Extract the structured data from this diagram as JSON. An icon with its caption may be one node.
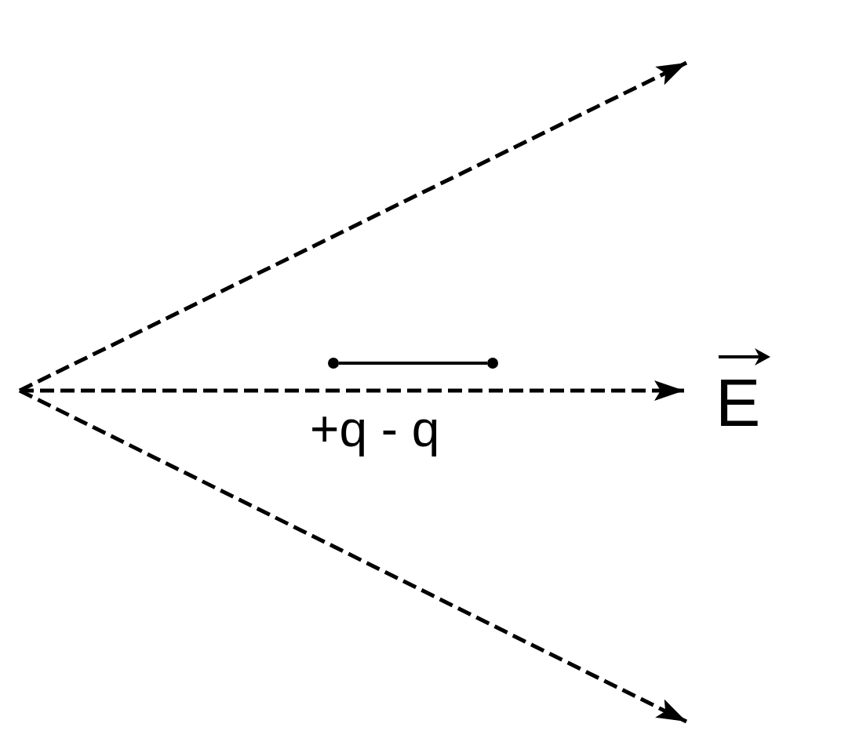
{
  "diagram": {
    "nodes": [
      {
        "text": [],
        "shape": "circle"
      },
      {
        "text": [],
        "shape": "circle"
      }
    ],
    "edges": [
      {
        "from": 0,
        "to": 1,
        "arrow": "none"
      }
    ],
    "labels": [
      "+q - q",
      "E"
    ]
  }
}
